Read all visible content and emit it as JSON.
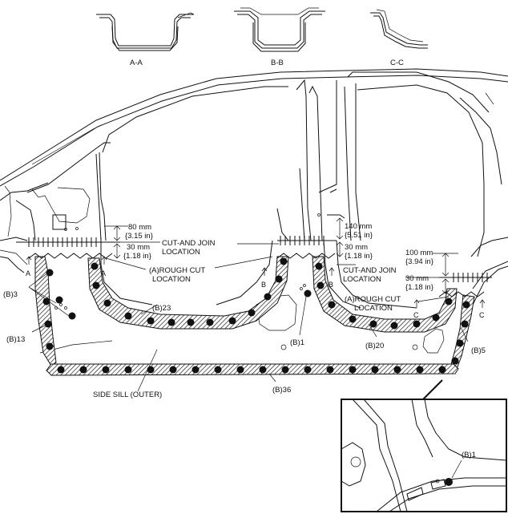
{
  "sections": {
    "aa": "A-A",
    "bb": "B-B",
    "cc": "C-C"
  },
  "callouts": {
    "cut_join_1": "CUT-AND JOIN",
    "cut_join_1b": "LOCATION",
    "rough_cut_1": "(A)ROUGH CUT",
    "rough_cut_1b": "LOCATION",
    "cut_join_2": "CUT-AND JOIN",
    "cut_join_2b": "LOCATION",
    "rough_cut_2": "(A)ROUGH CUT",
    "rough_cut_2b": "LOCATION",
    "side_sill": "SIDE SILL (OUTER)"
  },
  "dimensions": {
    "d80": "80 mm",
    "d80_in": "{3.15 in}",
    "d30a": "30 mm",
    "d30a_in": "{1.18 in}",
    "d140": "140 mm",
    "d140_in": "{5.51 in}",
    "d30b": "30 mm",
    "d30b_in": "{1.18 in}",
    "d100": "100 mm",
    "d100_in": "{3.94 in}",
    "d30c": "30 mm",
    "d30c_in": "{1.18 in}"
  },
  "weld_counts": {
    "b3": "(B)3",
    "b13": "(B)13",
    "b23": "(B)23",
    "b1": "(B)1",
    "b20": "(B)20",
    "b5": "(B)5",
    "b36": "(B)36",
    "b1_detail": "(B)1"
  },
  "section_markers": {
    "a_left": "A",
    "a_right": "A",
    "b_left": "B",
    "b_right": "B",
    "c_left": "C",
    "c_right": "C"
  }
}
